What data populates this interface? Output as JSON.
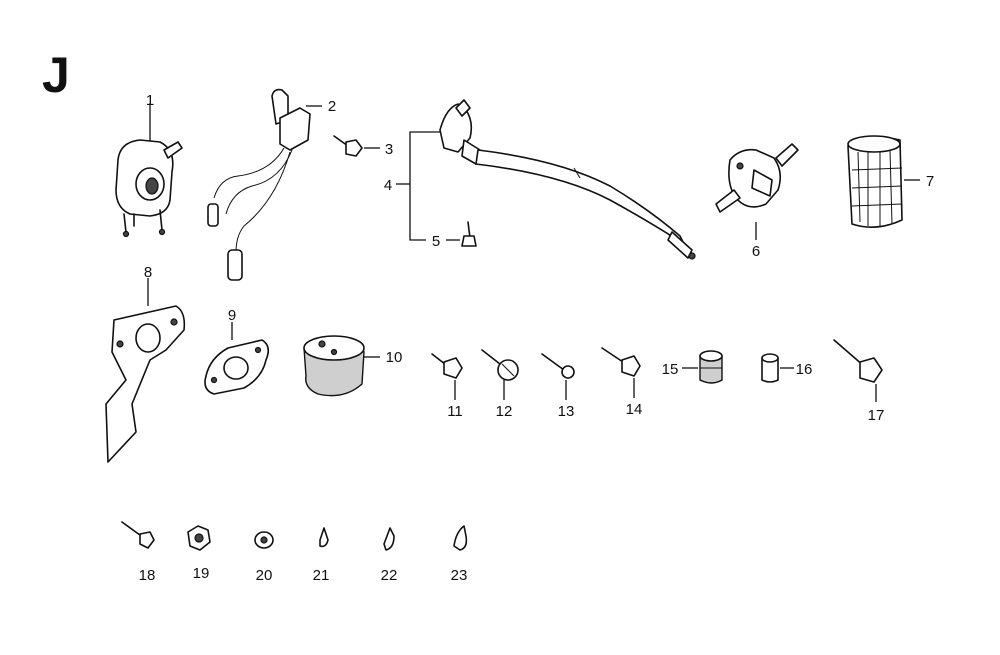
{
  "section_letter": "J",
  "callouts": [
    "1",
    "2",
    "3",
    "4",
    "5",
    "6",
    "7",
    "8",
    "9",
    "10",
    "11",
    "12",
    "13",
    "14",
    "15",
    "16",
    "17",
    "18",
    "19",
    "20",
    "21",
    "22",
    "23"
  ]
}
